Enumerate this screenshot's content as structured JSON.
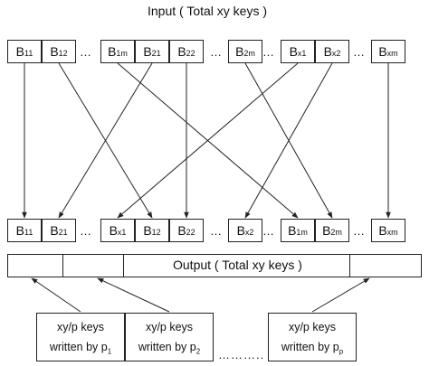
{
  "title": "Input ( Total xy keys )",
  "output_label": "Output ( Total xy keys )",
  "ellipsis": "…",
  "written_by_dots": "………..",
  "input_row": [
    {
      "base": "B",
      "sub": "11"
    },
    {
      "base": "B",
      "sub": "12"
    },
    {
      "base": "B",
      "sub": "1m"
    },
    {
      "base": "B",
      "sub": "21"
    },
    {
      "base": "B",
      "sub": "22"
    },
    {
      "base": "B",
      "sub": "2m"
    },
    {
      "base": "B",
      "sub": "x1"
    },
    {
      "base": "B",
      "sub": "x2"
    },
    {
      "base": "B",
      "sub": "xm"
    }
  ],
  "output_row": [
    {
      "base": "B",
      "sub": "11"
    },
    {
      "base": "B",
      "sub": "21"
    },
    {
      "base": "B",
      "sub": "x1"
    },
    {
      "base": "B",
      "sub": "12"
    },
    {
      "base": "B",
      "sub": "22"
    },
    {
      "base": "B",
      "sub": "x2"
    },
    {
      "base": "B",
      "sub": "1m"
    },
    {
      "base": "B",
      "sub": "2m"
    },
    {
      "base": "B",
      "sub": "xm"
    }
  ],
  "writers": [
    {
      "keys": "xy/p keys",
      "written_by": "written by p",
      "sub": "1"
    },
    {
      "keys": "xy/p keys",
      "written_by": "written by p",
      "sub": "2"
    },
    {
      "keys": "xy/p keys",
      "written_by": "written by p",
      "sub": "p"
    }
  ]
}
